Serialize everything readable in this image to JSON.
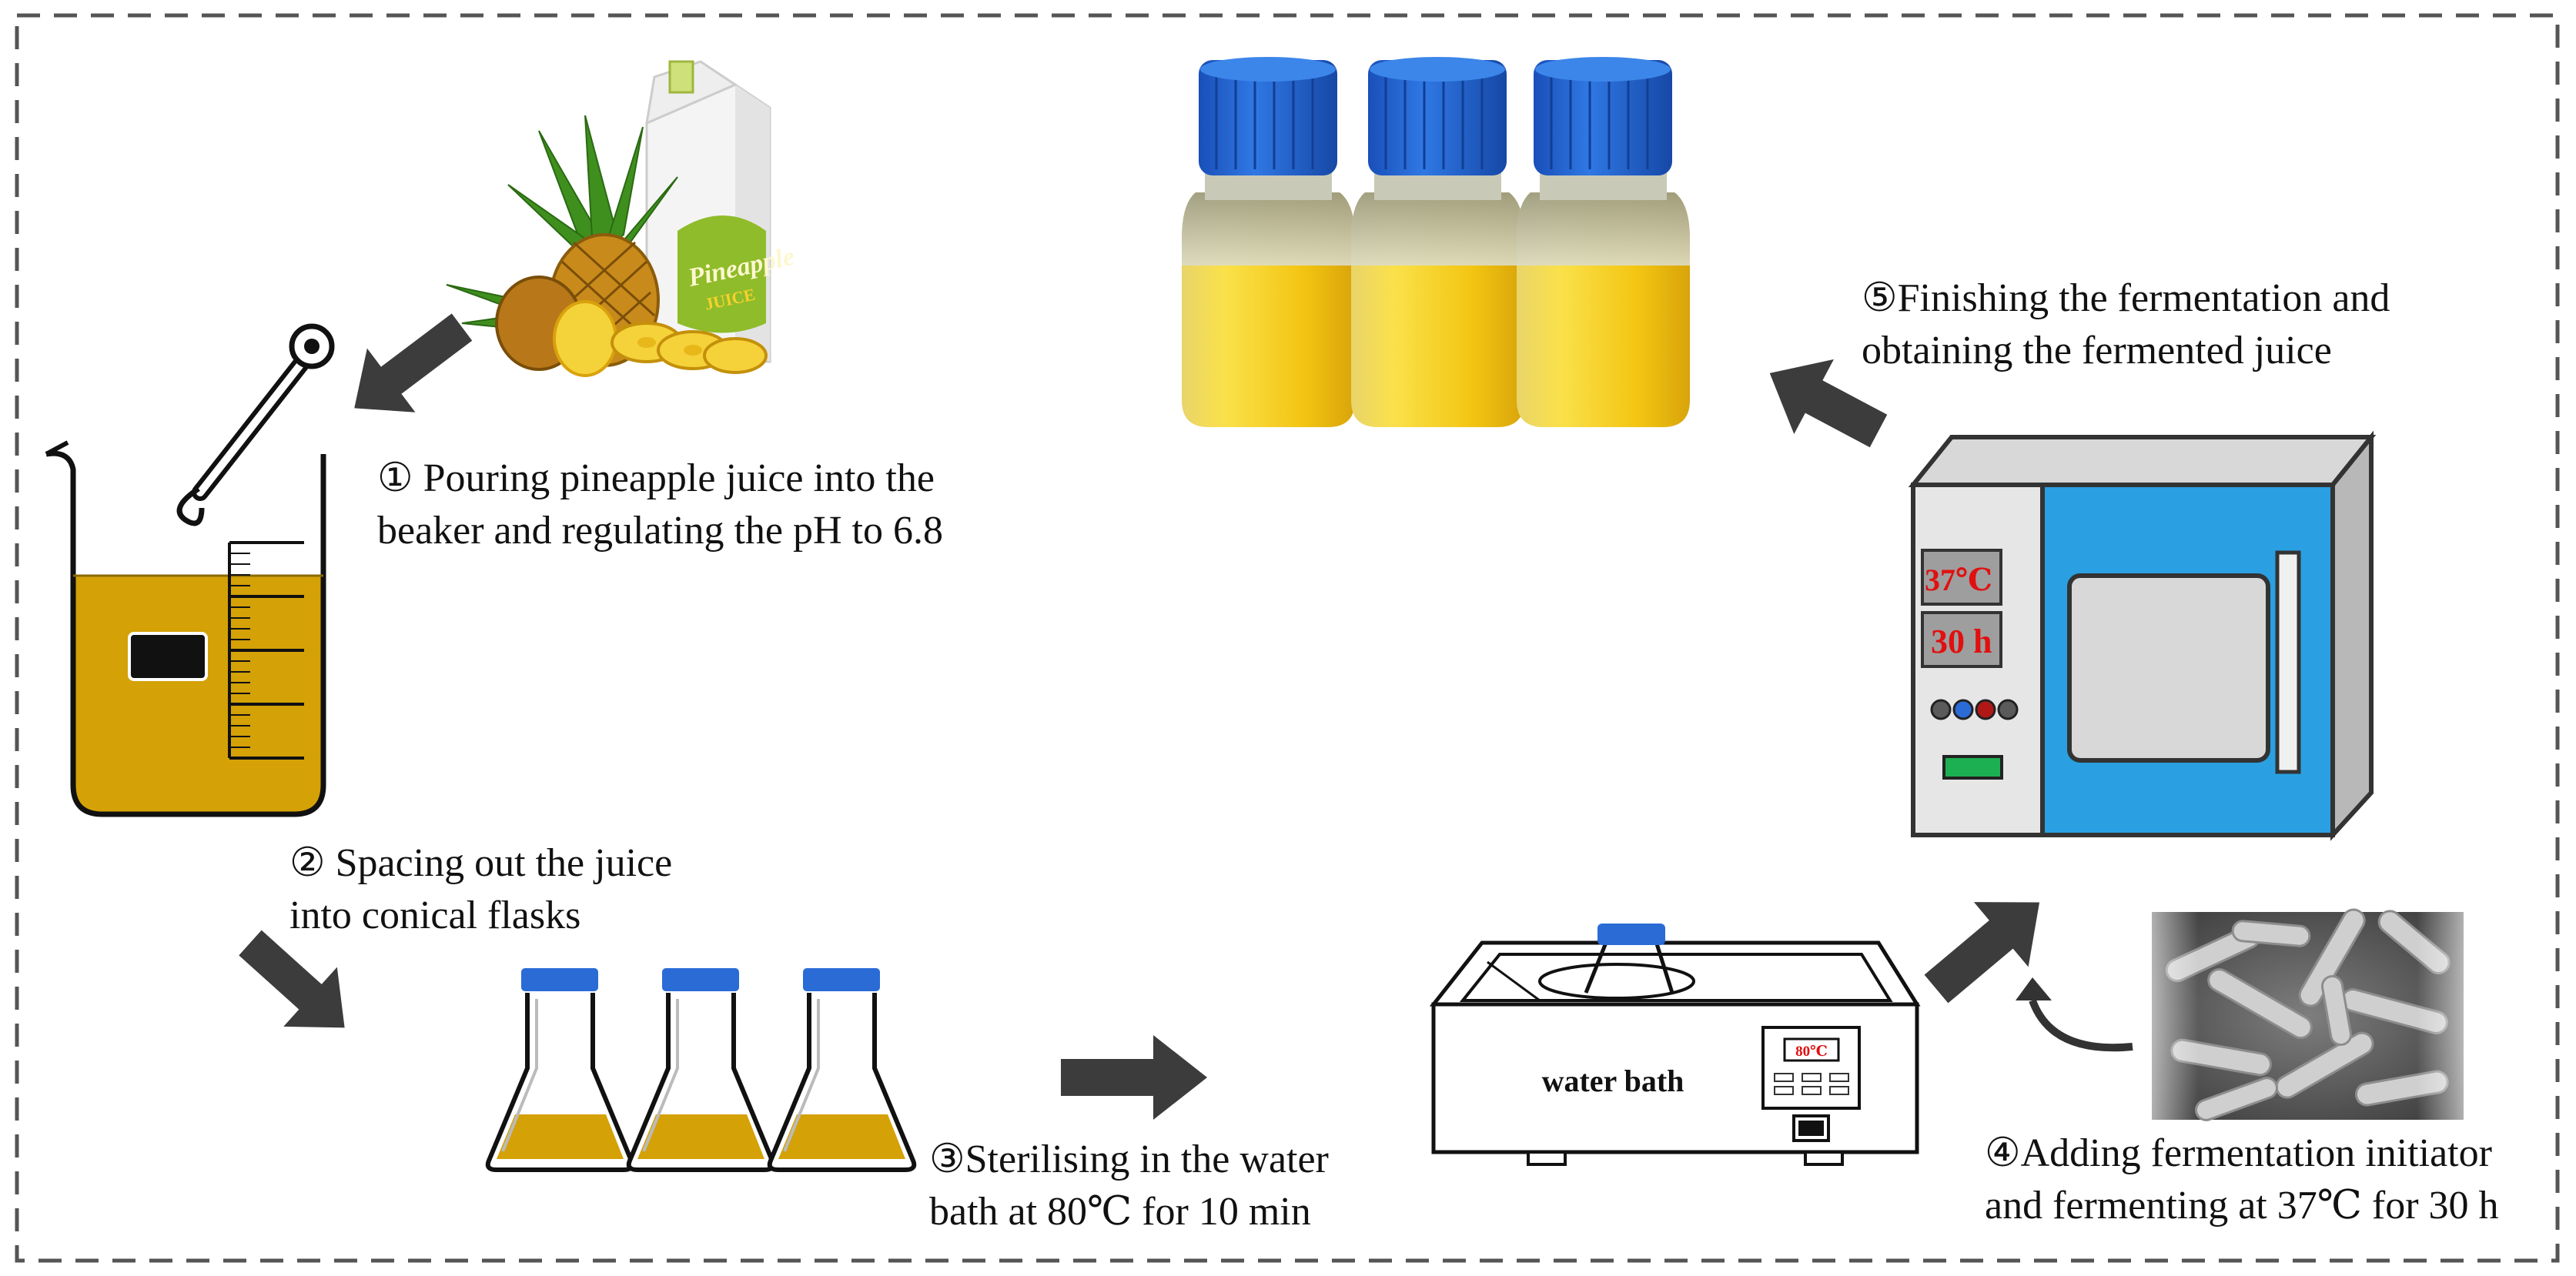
{
  "steps": [
    {
      "number": "①",
      "line1": " Pouring pineapple juice into the",
      "line2": "beaker and regulating the pH to 6.8"
    },
    {
      "number": "②",
      "line1": " Spacing out the juice",
      "line2": "into conical flasks"
    },
    {
      "number": "③",
      "line1": "Sterilising in the water",
      "line2": "bath at 80℃ for 10 min"
    },
    {
      "number": "④",
      "line1": "Adding fermentation initiator",
      "line2": "and fermenting at 37℃ for 30 h"
    },
    {
      "number": "⑤",
      "line1": "Finishing the fermentation and",
      "line2": "obtaining the fermented juice"
    }
  ],
  "juice_carton": {
    "brand": "Pineapple",
    "sub": "JUICE"
  },
  "water_bath": {
    "label": "water bath",
    "display": "80℃"
  },
  "incubator": {
    "temperature": "37℃",
    "time": "30 h"
  },
  "colors": {
    "arrow": "#3c3c3c",
    "juice": "#d4a106",
    "bottle_juice": "#f6c710",
    "cap_blue": "#2a6bd6",
    "incubator_door": "#2aa0e3",
    "readout_red": "#e01010"
  },
  "icons": [
    "pineapple-juice-image",
    "beaker-icon",
    "stirrer-icon",
    "conical-flask-icon",
    "water-bath-icon",
    "bacteria-micrograph-image",
    "incubator-icon",
    "juice-bottle-icon",
    "curved-arrow-icon"
  ]
}
